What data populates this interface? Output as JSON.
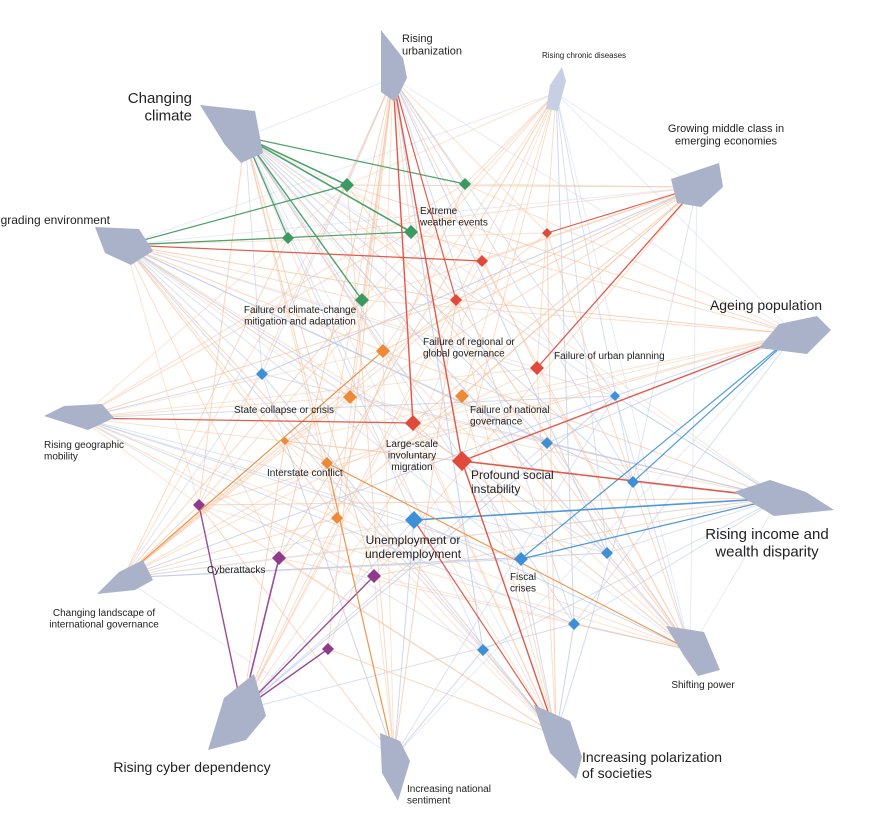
{
  "colors": {
    "trend_fill": "#a9b2c9",
    "trend_fill_light": "#c7cfe3",
    "economic": "#3f8fd6",
    "environmental": "#3a9a62",
    "geopolitical": "#ed8a36",
    "societal": "#e04a3a",
    "technological": "#8e3b8e",
    "link_light_orange": "#f6c7a6",
    "link_light_blue": "#b9c6e4",
    "link_green": "#3a9a62",
    "link_red": "#e04a3a",
    "link_purple": "#8e3b8e"
  },
  "trends": [
    {
      "id": "urbanization",
      "label_lines": [
        "Rising",
        "urbanization"
      ],
      "size": "medium"
    },
    {
      "id": "chronic",
      "label_lines": [
        "Rising chronic diseases"
      ],
      "size": "small"
    },
    {
      "id": "climate",
      "label_lines": [
        "Changing",
        "climate"
      ],
      "size": "large"
    },
    {
      "id": "middle",
      "label_lines": [
        "Growing middle class in",
        "emerging economies"
      ],
      "size": "medium"
    },
    {
      "id": "environment",
      "label_lines": [
        "Degrading environment"
      ],
      "size": "medium"
    },
    {
      "id": "ageing",
      "label_lines": [
        "Ageing population"
      ],
      "size": "large"
    },
    {
      "id": "mobility",
      "label_lines": [
        "Rising geographic",
        "mobility"
      ],
      "size": "small"
    },
    {
      "id": "income",
      "label_lines": [
        "Rising income and",
        "wealth disparity"
      ],
      "size": "large"
    },
    {
      "id": "landscape",
      "label_lines": [
        "Changing landscape of",
        "international governance"
      ],
      "size": "small"
    },
    {
      "id": "shifting",
      "label_lines": [
        "Shifting power"
      ],
      "size": "small"
    },
    {
      "id": "cyberdep",
      "label_lines": [
        "Rising cyber dependency"
      ],
      "size": "large"
    },
    {
      "id": "polarization",
      "label_lines": [
        "Increasing polarization",
        "of societies"
      ],
      "size": "large"
    },
    {
      "id": "national",
      "label_lines": [
        "Increasing national",
        "sentiment"
      ],
      "size": "small"
    }
  ],
  "risks": [
    {
      "id": "extreme",
      "category": "environmental",
      "label_lines": [
        "Extreme",
        "weather events"
      ]
    },
    {
      "id": "climfail",
      "category": "environmental",
      "label_lines": [
        "Failure of climate-change",
        "mitigation and adaptation"
      ]
    },
    {
      "id": "env2",
      "category": "environmental",
      "label_lines": []
    },
    {
      "id": "env3",
      "category": "environmental",
      "label_lines": []
    },
    {
      "id": "env4",
      "category": "environmental",
      "label_lines": []
    },
    {
      "id": "soc1",
      "category": "societal",
      "label_lines": []
    },
    {
      "id": "soc2",
      "category": "societal",
      "label_lines": []
    },
    {
      "id": "soc3",
      "category": "societal",
      "label_lines": []
    },
    {
      "id": "urban",
      "category": "societal",
      "label_lines": [
        "Failure of urban planning"
      ]
    },
    {
      "id": "migration",
      "category": "societal",
      "label_lines": [
        "Large-scale",
        "involuntary",
        "migration"
      ]
    },
    {
      "id": "instability",
      "category": "societal",
      "label_lines": [
        "Profound social",
        "instability"
      ]
    },
    {
      "id": "regional",
      "category": "geopolitical",
      "label_lines": [
        "Failure of regional or",
        "global governance"
      ]
    },
    {
      "id": "state",
      "category": "geopolitical",
      "label_lines": [
        "State collapse or crisis"
      ]
    },
    {
      "id": "national_gov",
      "category": "geopolitical",
      "label_lines": [
        "Failure of national",
        "governance"
      ]
    },
    {
      "id": "interstate",
      "category": "geopolitical",
      "label_lines": [
        "Interstate conflict"
      ]
    },
    {
      "id": "geo_small",
      "category": "geopolitical",
      "label_lines": []
    },
    {
      "id": "geo2",
      "category": "geopolitical",
      "label_lines": []
    },
    {
      "id": "unemployment",
      "category": "economic",
      "label_lines": [
        "Unemployment or",
        "underemployment"
      ]
    },
    {
      "id": "fiscal",
      "category": "economic",
      "label_lines": [
        "Fiscal",
        "crises"
      ]
    },
    {
      "id": "eco1",
      "category": "economic",
      "label_lines": []
    },
    {
      "id": "eco2",
      "category": "economic",
      "label_lines": []
    },
    {
      "id": "eco3",
      "category": "economic",
      "label_lines": []
    },
    {
      "id": "eco4",
      "category": "economic",
      "label_lines": []
    },
    {
      "id": "eco5",
      "category": "economic",
      "label_lines": []
    },
    {
      "id": "eco6",
      "category": "economic",
      "label_lines": []
    },
    {
      "id": "eco7",
      "category": "economic",
      "label_lines": []
    },
    {
      "id": "cyberattacks",
      "category": "technological",
      "label_lines": [
        "Cyberattacks"
      ]
    },
    {
      "id": "tech1",
      "category": "technological",
      "label_lines": []
    },
    {
      "id": "tech2",
      "category": "technological",
      "label_lines": []
    },
    {
      "id": "tech3",
      "category": "technological",
      "label_lines": []
    }
  ]
}
